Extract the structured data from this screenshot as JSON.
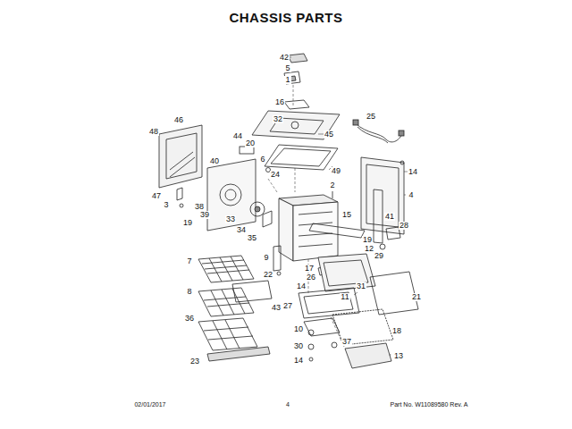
{
  "diagram": {
    "title": "CHASSIS PARTS",
    "labels": [
      "42",
      "5",
      "1",
      "16",
      "32",
      "45",
      "25",
      "49",
      "44",
      "20",
      "48",
      "46",
      "6",
      "24",
      "14",
      "4",
      "40",
      "2",
      "3",
      "47",
      "38",
      "39",
      "19",
      "33",
      "34",
      "35",
      "41",
      "15",
      "28",
      "19",
      "12",
      "29",
      "9",
      "17",
      "26",
      "14",
      "22",
      "7",
      "43",
      "8",
      "11",
      "31",
      "21",
      "36",
      "27",
      "10",
      "30",
      "14",
      "37",
      "18",
      "13",
      "23",
      "02/01/2017",
      "4",
      "Part No. W11089580 Rev. A"
    ]
  }
}
